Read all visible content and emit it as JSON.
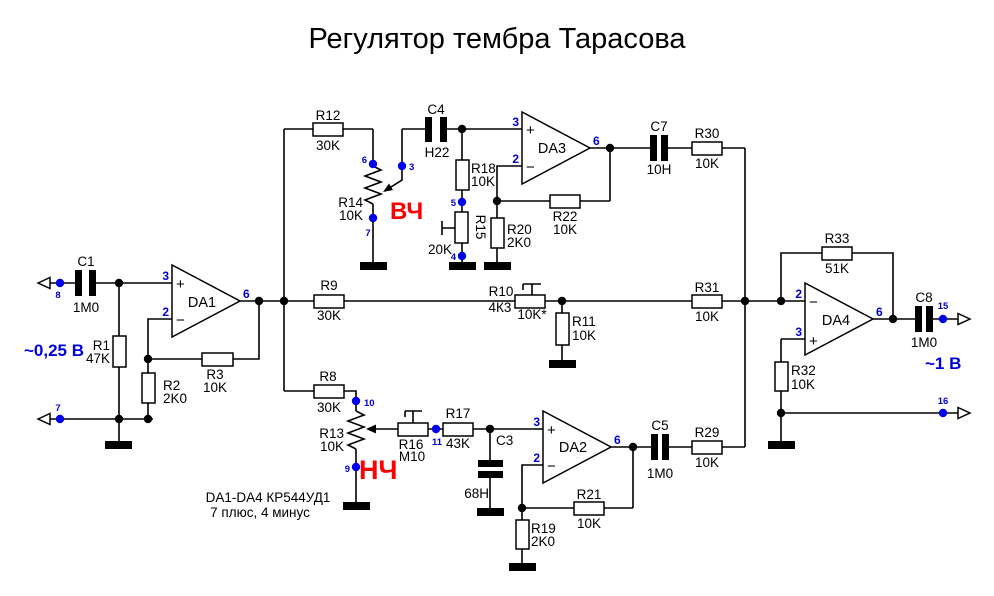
{
  "title": "Регулятор тембра Тарасова",
  "annotations": {
    "input_level": "~0,25 В",
    "output_level": "~1 В",
    "treble": "ВЧ",
    "bass": "НЧ",
    "note_line1": "DA1-DA4 КР544УД1",
    "note_line2": "7 плюс, 4 минус"
  },
  "colors": {
    "wire": "#000000",
    "pin_blue": "#0000cc",
    "terminal_blue": "#0000ee",
    "accent_red": "#ff0000",
    "background": "#ffffff"
  },
  "opamps": {
    "da1": {
      "name": "DA1",
      "pin_noninv": "3",
      "pin_inv": "2",
      "pin_out": "6",
      "plus": "+",
      "minus": "−"
    },
    "da2": {
      "name": "DA2",
      "pin_noninv": "3",
      "pin_inv": "2",
      "pin_out": "6",
      "plus": "+",
      "minus": "−"
    },
    "da3": {
      "name": "DA3",
      "pin_noninv": "3",
      "pin_inv": "2",
      "pin_out": "6",
      "plus": "+",
      "minus": "−"
    },
    "da4": {
      "name": "DA4",
      "pin_noninv": "3",
      "pin_inv": "2",
      "pin_out": "6",
      "plus": "+",
      "minus": "−"
    }
  },
  "components": {
    "c1": {
      "ref": "C1",
      "value": "1M0"
    },
    "c3": {
      "ref": "C3",
      "value": "68H"
    },
    "c4": {
      "ref": "C4",
      "value": "H22"
    },
    "c5": {
      "ref": "C5",
      "value": "1M0"
    },
    "c7": {
      "ref": "C7",
      "value": "10H"
    },
    "c8": {
      "ref": "C8",
      "value": "1M0"
    },
    "r1": {
      "ref": "R1",
      "value": "47K"
    },
    "r2": {
      "ref": "R2",
      "value": "2K0"
    },
    "r3": {
      "ref": "R3",
      "value": "10K"
    },
    "r8": {
      "ref": "R8",
      "value": "30K"
    },
    "r9": {
      "ref": "R9",
      "value": "30K"
    },
    "r10": {
      "ref": "R10",
      "value": "4К3",
      "alt_value": "10K*"
    },
    "r11": {
      "ref": "R11",
      "value": "10K"
    },
    "r12": {
      "ref": "R12",
      "value": "30K"
    },
    "r13": {
      "ref": "R13",
      "value": "10K"
    },
    "r14": {
      "ref": "R14",
      "value": "10K"
    },
    "r15": {
      "ref": "R15",
      "value": "20K"
    },
    "r16": {
      "ref": "R16",
      "value": "M10"
    },
    "r17": {
      "ref": "R17",
      "value": "43K"
    },
    "r18": {
      "ref": "R18",
      "value": "10K"
    },
    "r19": {
      "ref": "R19",
      "value": "2K0"
    },
    "r20": {
      "ref": "R20",
      "value": "2K0"
    },
    "r21": {
      "ref": "R21",
      "value": "10K"
    },
    "r22": {
      "ref": "R22",
      "value": "10K"
    },
    "r29": {
      "ref": "R29",
      "value": "10K"
    },
    "r30": {
      "ref": "R30",
      "value": "10K"
    },
    "r31": {
      "ref": "R31",
      "value": "10K"
    },
    "r32": {
      "ref": "R32",
      "value": "10K"
    },
    "r33": {
      "ref": "R33",
      "value": "51K"
    }
  },
  "terminals": {
    "in_top": "8",
    "in_bottom": "7",
    "out_top": "15",
    "out_bottom": "16",
    "r14_top": "6",
    "r14_wiper": "3",
    "r14_bottom": "7",
    "r15_top": "5",
    "r15_bottom": "4",
    "r13_top": "10",
    "r13_bottom": "9",
    "r16_out": "11"
  }
}
